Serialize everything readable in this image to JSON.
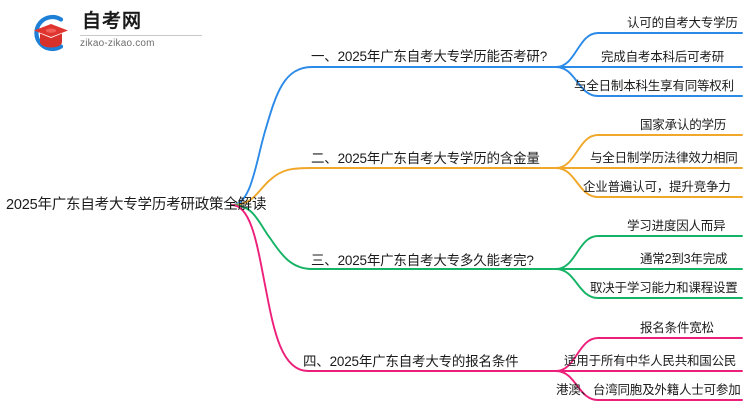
{
  "logo": {
    "name_cn": "自考网",
    "url": "zikao-zikao.com",
    "mark_arc_color": "#1e7fd6",
    "mark_cap_color": "#e0342f"
  },
  "mindmap": {
    "root": "2025年广东自考大专学历考研政策全解读",
    "branches": [
      {
        "label": "一、2025年广东自考大专学历能否考研?",
        "color": "#2b8ae8",
        "children": [
          "认可的自考大专学历",
          "完成自考本科后可考研",
          "与全日制本科生享有同等权利"
        ]
      },
      {
        "label": "二、2025年广东自考大专学历的含金量",
        "color": "#f0a72a",
        "children": [
          "国家承认的学历",
          "与全日制学历法律效力相同",
          "企业普遍认可，提升竞争力"
        ]
      },
      {
        "label": "三、2025年广东自考大专多久能考完?",
        "color": "#14b365",
        "children": [
          "学习进度因人而异",
          "通常2到3年完成",
          "取决于学习能力和课程设置"
        ]
      },
      {
        "label": "四、2025年广东自考大专的报名条件",
        "color": "#ec1f7a",
        "children": [
          "报名条件宽松",
          "适用于所有中华人民共和国公民",
          "港澳、台湾同胞及外籍人士可参加"
        ]
      }
    ]
  }
}
